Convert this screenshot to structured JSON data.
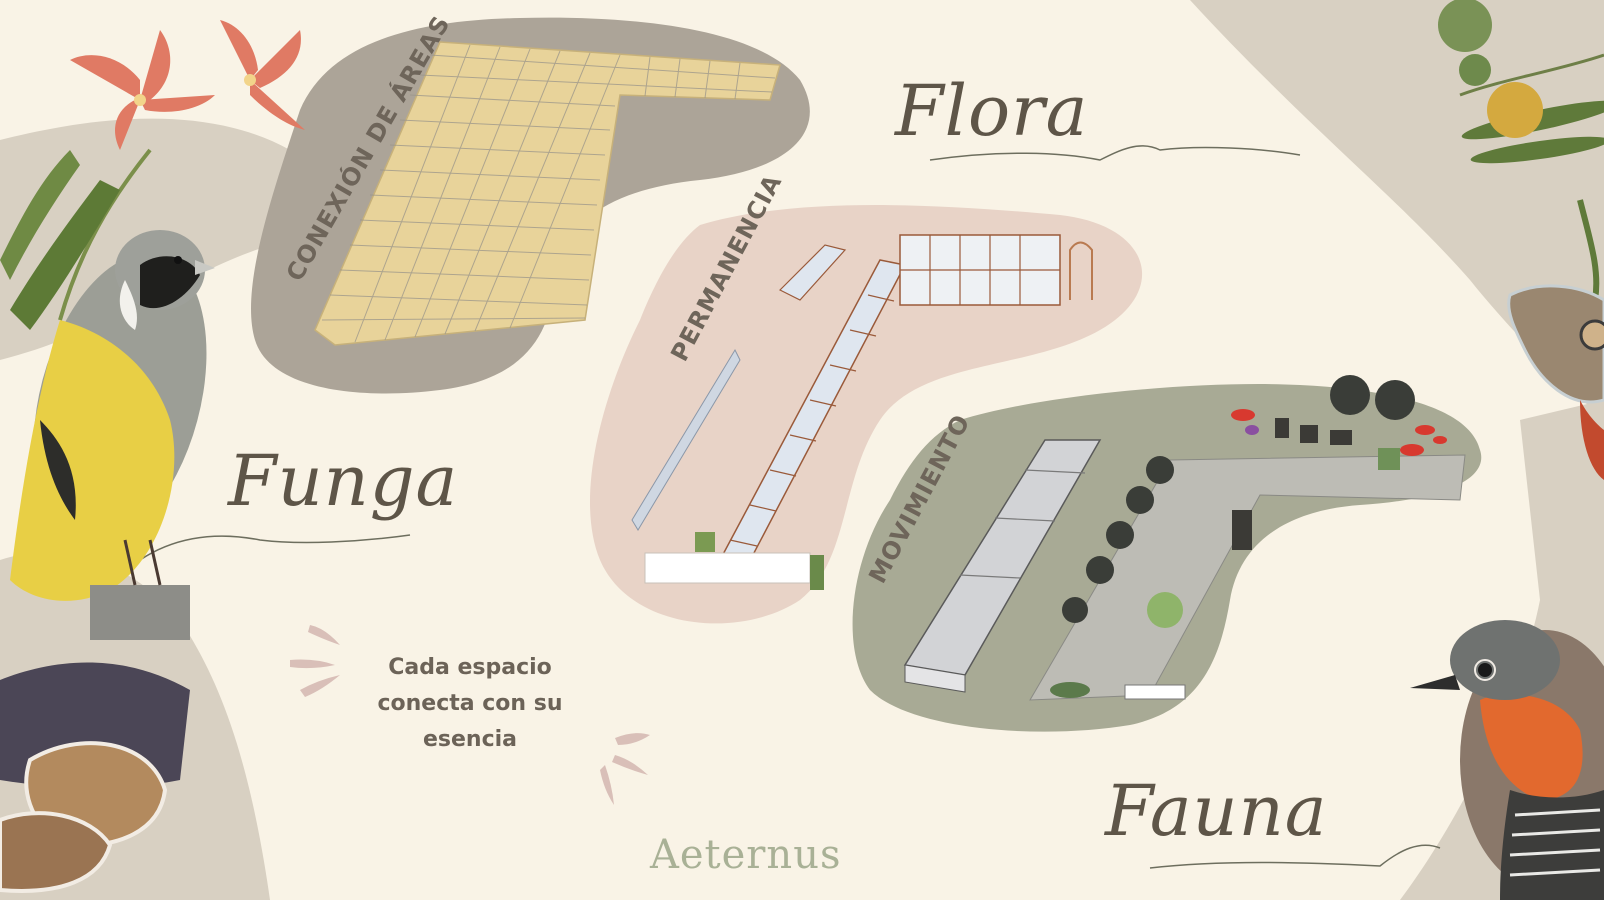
{
  "slide": {
    "brand": "Aeternus",
    "tagline": [
      "Cada espacio",
      "conecta con su",
      "esencia"
    ]
  },
  "headings": {
    "flora": "Flora",
    "funga": "Funga",
    "fauna": "Fauna"
  },
  "zones": [
    {
      "id": "conexion",
      "label": "CONEXIÓN DE ÁREAS",
      "color": "#aca498"
    },
    {
      "id": "permanencia",
      "label": "PERMANENCIA",
      "color": "#e8d3c7"
    },
    {
      "id": "movimiento",
      "label": "MOVIMIENTO",
      "color": "#a8aa95"
    }
  ],
  "colors": {
    "background": "#f9f3e6",
    "decor_band": "#d8d0c2",
    "text_dark": "#5e5548",
    "brand_sage": "#a9b196",
    "accent_pink": "#d9bfb8"
  },
  "illustrations": [
    "red-lily-flower",
    "yellow-finch-bird",
    "bracket-fungus-on-bark",
    "olive-branch",
    "moth",
    "chucao-bird"
  ]
}
